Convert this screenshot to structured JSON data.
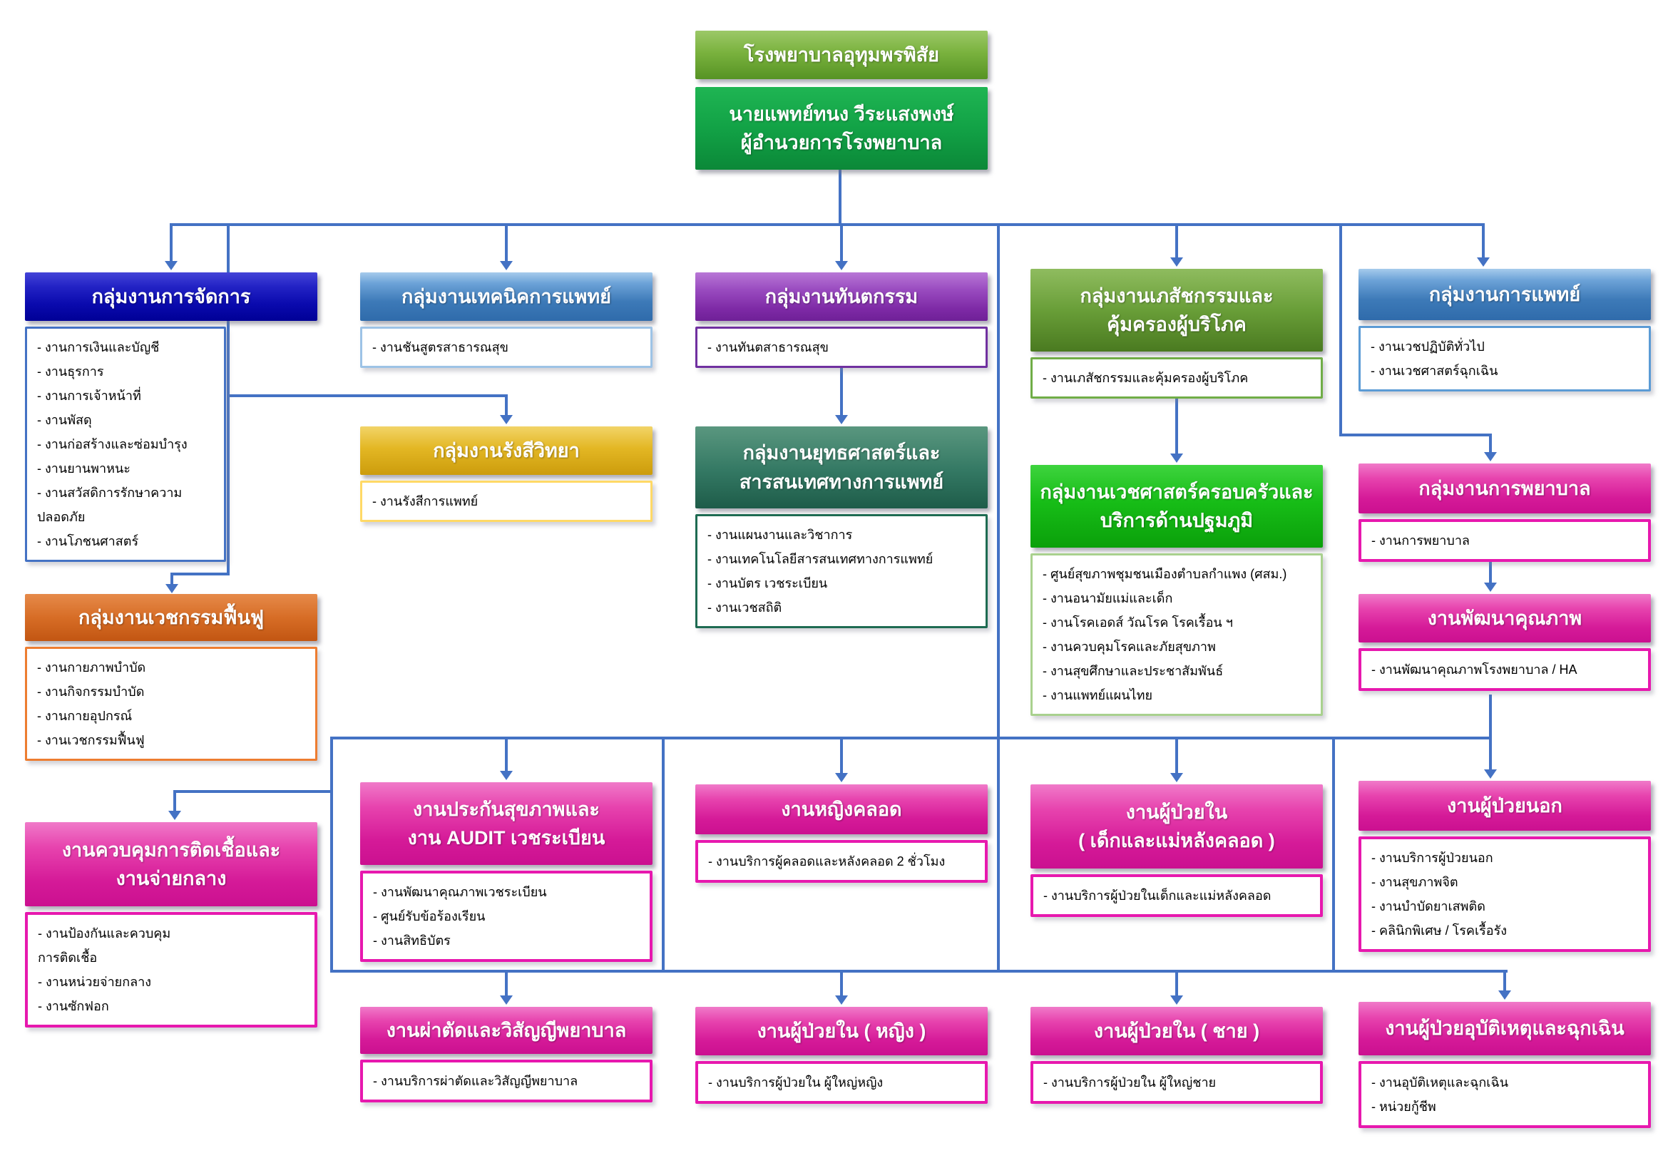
{
  "root": {
    "hospital": "โรงพยาบาลอุทุมพรพิสัย",
    "director_name": "นายแพทย์ทนง วีระแสงพงษ์",
    "director_title": "ผู้อำนวยการโรงพยาบาล"
  },
  "nodes": {
    "management": {
      "title": "กลุ่มงานการจัดการ",
      "items": [
        "- งานการเงินและบัญชี",
        "- งานธุรการ",
        "- งานการเจ้าหน้าที่",
        "- งานพัสดุ",
        "- งานก่อสร้างและซ่อมบำรุง",
        "- งานยานพาหนะ",
        "- งานสวัสดิการรักษาความปลอดภัย",
        "- งานโภชนศาสตร์"
      ]
    },
    "medtech": {
      "title": "กลุ่มงานเทคนิคการแพทย์",
      "items": [
        "- งานชันสูตรสาธารณสุข"
      ]
    },
    "radiology": {
      "title": "กลุ่มงานรังสีวิทยา",
      "items": [
        "- งานรังสีการแพทย์"
      ]
    },
    "dental": {
      "title": "กลุ่มงานทันตกรรม",
      "items": [
        "- งานทันตสาธารณสุข"
      ]
    },
    "strategy": {
      "title": "กลุ่มงานยุทธศาสตร์และ\nสารสนเทศทางการแพทย์",
      "items": [
        "- งานแผนงานและวิชาการ",
        "- งานเทคโนโลยีสารสนเทศทางการแพทย์",
        "- งานบัตร เวชระเบียน",
        "- งานเวชสถิติ"
      ]
    },
    "pharmacy": {
      "title": "กลุ่มงานเภสัชกรรมและ\nคุ้มครองผู้บริโภค",
      "items": [
        "- งานเภสัชกรรมและคุ้มครองผู้บริโภค"
      ]
    },
    "familymed": {
      "title": "กลุ่มงานเวชศาสตร์ครอบครัวและ\nบริการด้านปฐมภูมิ",
      "items": [
        "- ศูนย์สุขภาพชุมชนเมืองตำบลกำแพง (ศสม.)",
        "- งานอนามัยแม่และเด็ก",
        "- งานโรคเอดส์ วัณโรค โรคเรื้อน ฯ",
        "- งานควบคุมโรคและภัยสุขภาพ",
        "- งานสุขศึกษาและประชาสัมพันธ์",
        "- งานแพทย์แผนไทย"
      ]
    },
    "medicine": {
      "title": "กลุ่มงานการแพทย์",
      "items": [
        "- งานเวชปฏิบัติทั่วไป",
        "- งานเวชศาสตร์ฉุกเฉิน"
      ]
    },
    "nursing": {
      "title": "กลุ่มงานการพยาบาล",
      "items": [
        "- งานการพยาบาล"
      ]
    },
    "quality": {
      "title": "งานพัฒนาคุณภาพ",
      "items": [
        "- งานพัฒนาคุณภาพโรงพยาบาล / HA"
      ]
    },
    "rehab": {
      "title": "กลุ่มงานเวชกรรมฟื้นฟู",
      "items": [
        "- งานกายภาพบำบัด",
        "- งานกิจกรรมบำบัด",
        "- งานกายอุปกรณ์",
        "- งานเวชกรรมฟื้นฟู"
      ]
    },
    "infection": {
      "title": "งานควบคุมการติดเชื้อและ\nงานจ่ายกลาง",
      "items": [
        "- งานป้องกันและควบคุม\nการติดเชื้อ",
        "- งานหน่วยจ่ายกลาง",
        "- งานซักฟอก"
      ]
    },
    "insurance": {
      "title": "งานประกันสุขภาพและ\nงาน AUDIT เวชระเบียน",
      "items": [
        "- งานพัฒนาคุณภาพเวชระเบียน",
        "- ศูนย์รับข้อร้องเรียน",
        "- งานสิทธิบัตร"
      ]
    },
    "surgery": {
      "title": "งานผ่าตัดและวิสัญญีพยาบาล",
      "items": [
        "- งานบริการผ่าตัดและวิสัญญีพยาบาล"
      ]
    },
    "labor": {
      "title": "งานหญิงคลอด",
      "items": [
        "- งานบริการผู้คลอดและหลังคลอด 2 ชั่วโมง"
      ]
    },
    "ipd_female": {
      "title": "งานผู้ป่วยใน ( หญิง )",
      "items": [
        "- งานบริการผู้ป่วยใน ผู้ใหญ่หญิง"
      ]
    },
    "ipd_child": {
      "title": "งานผู้ป่วยใน\n( เด็กและแม่หลังคลอด )",
      "items": [
        "- งานบริการผู้ป่วยในเด็กและแม่หลังคลอด"
      ]
    },
    "ipd_male": {
      "title": "งานผู้ป่วยใน ( ชาย )",
      "items": [
        "- งานบริการผู้ป่วยใน ผู้ใหญ่ชาย"
      ]
    },
    "opd": {
      "title": "งานผู้ป่วยนอก",
      "items": [
        "- งานบริการผู้ป่วยนอก",
        "- งานสุขภาพจิต",
        "- งานบำบัดยาเสพติด",
        "- คลินิกพิเศษ / โรคเรื้อรัง"
      ]
    },
    "er": {
      "title": "งานผู้ป่วยอุบัติเหตุและฉุกเฉิน",
      "items": [
        "- งานอุบัติเหตุและฉุกเฉิน",
        "- หน่วยกู้ชีพ"
      ]
    }
  },
  "colors": {
    "connector": "#4472c4",
    "navy": "#0000a0",
    "blue": "#3d7ab8",
    "gold": "#d4a615",
    "purple": "#7e2aa6",
    "teal": "#2a725d",
    "olive": "#5f9233",
    "bright_green": "#12b512",
    "hospital_green": "#6aa832",
    "director_green": "#12a246",
    "orange": "#d76d26",
    "pink": "#d9219e"
  }
}
